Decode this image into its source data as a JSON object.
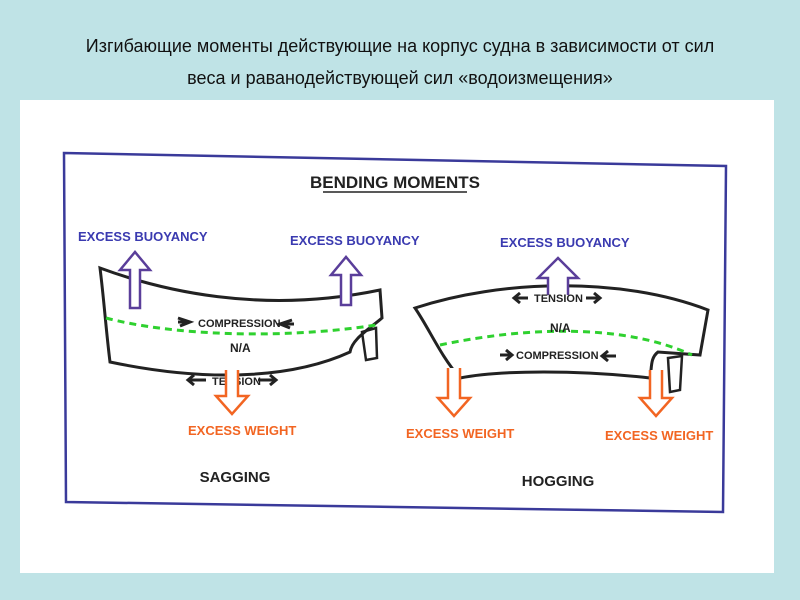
{
  "slide": {
    "title_line1": "Изгибающие моменты действующие на корпус судна в зависимости от сил",
    "title_line2": "веса и раванодействующей сил «водоизмещения»"
  },
  "diagram": {
    "heading": "BENDING MOMENTS",
    "sagging": {
      "buoyancy_left": "EXCESS BUOYANCY",
      "buoyancy_right": "EXCESS BUOYANCY",
      "compression": "COMPRESSION",
      "neutral_axis": "N/A",
      "tension": "TENSION",
      "weight": "EXCESS WEIGHT",
      "caption": "SAGGING"
    },
    "hogging": {
      "buoyancy": "EXCESS BUOYANCY",
      "tension": "TENSION",
      "neutral_axis": "N/A",
      "compression": "COMPRESSION",
      "weight_left": "EXCESS WEIGHT",
      "weight_right": "EXCESS WEIGHT",
      "caption": "HOGGING"
    },
    "colors": {
      "frame": "#3a3a9a",
      "buoyancy_arrow": "#5a3e9a",
      "weight_arrow": "#f26522",
      "neutral_axis": "#2fd12f",
      "label_blue": "#3a3ab0",
      "label_orange": "#f26522"
    }
  }
}
